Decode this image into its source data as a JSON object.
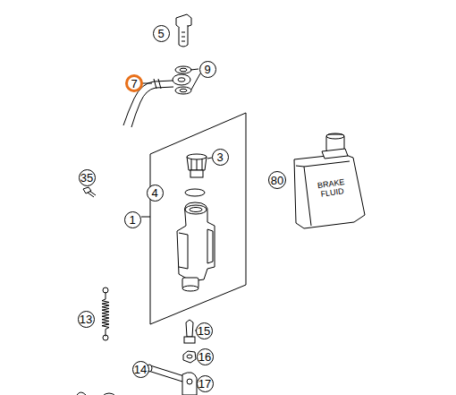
{
  "diagram": {
    "labels": [
      "5",
      "9",
      "7",
      "3",
      "4",
      "1",
      "35",
      "80",
      "BRAKE FLUID",
      "13",
      "15",
      "16",
      "14",
      "17"
    ]
  }
}
